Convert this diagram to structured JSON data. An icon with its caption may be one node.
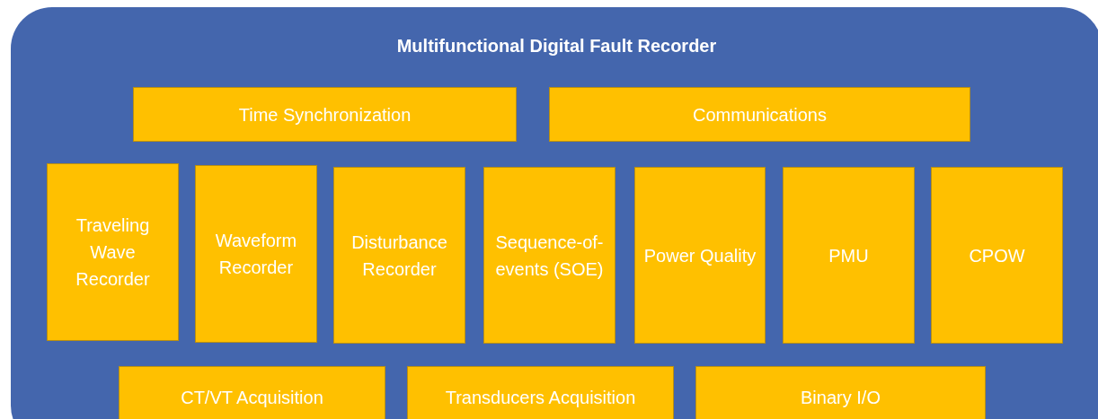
{
  "diagram": {
    "nodes": [
      {
        "text": [
          "Multifunctional Digital Fault Recorder"
        ]
      },
      {
        "text": [
          "Time Synchronization"
        ],
        "in": 0
      },
      {
        "text": [
          "Communications"
        ],
        "in": 0
      },
      {
        "text": [
          "Traveling Wave Recorder"
        ],
        "in": 0
      },
      {
        "text": [
          "Waveform Recorder"
        ],
        "in": 0
      },
      {
        "text": [
          "Disturbance Recorder"
        ],
        "in": 0
      },
      {
        "text": [
          "Sequence-of-events (SOE)"
        ],
        "in": 0
      },
      {
        "text": [
          "Power Quality"
        ],
        "in": 0
      },
      {
        "text": [
          "PMU"
        ],
        "in": 0
      },
      {
        "text": [
          "CPOW"
        ],
        "in": 0
      },
      {
        "text": [
          "CT/VT Acquisition"
        ],
        "in": 0
      },
      {
        "text": [
          "Transducers Acquisition"
        ],
        "in": 0
      },
      {
        "text": [
          "Binary I/O"
        ],
        "in": 0
      }
    ]
  }
}
